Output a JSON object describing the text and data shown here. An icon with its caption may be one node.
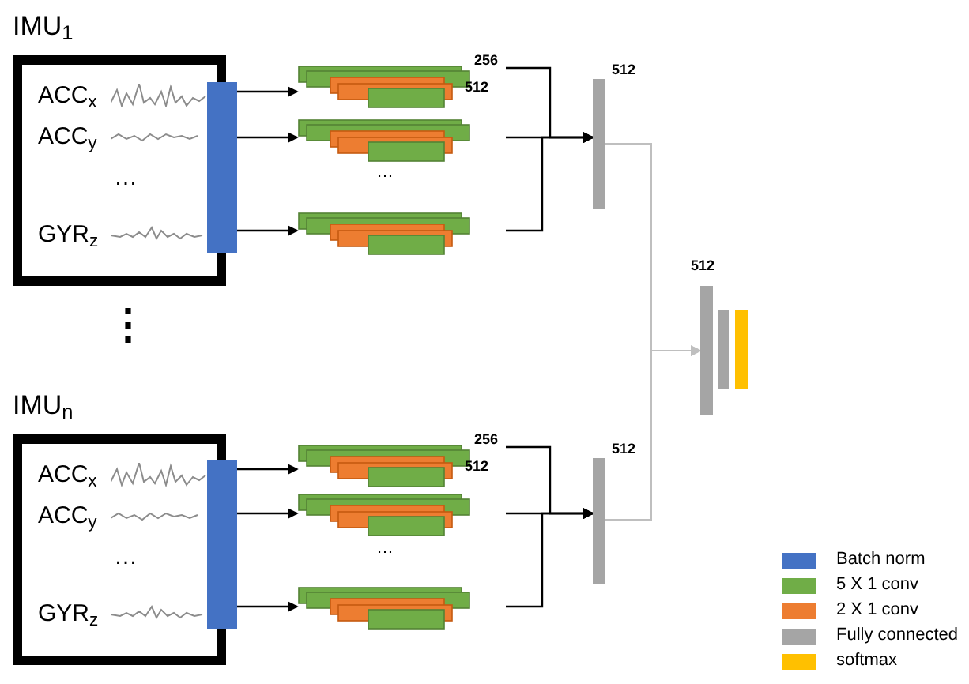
{
  "diagram": {
    "nodes": [
      {
        "text": [
          "IMU$_{1}$",
          "ACC$_{x}$",
          "ACC$_{y}$",
          "…",
          "GYR$_{z}$"
        ]
      },
      {
        "text": [],
        "shape": "bar"
      },
      {
        "text": [],
        "shape": "box",
        "beside": [
          "256",
          "512"
        ]
      },
      {
        "text": [],
        "shape": "box"
      },
      {
        "text": [],
        "shape": "box"
      },
      {
        "text": [],
        "shape": "bar",
        "beside": [
          "512"
        ]
      },
      {
        "text": [
          "IMU$_{n}$",
          "ACC$_{x}$",
          "ACC$_{y}$",
          "…",
          "GYR$_{z}$"
        ]
      },
      {
        "text": [],
        "shape": "bar"
      },
      {
        "text": [],
        "shape": "box",
        "beside": [
          "256",
          "512"
        ]
      },
      {
        "text": [],
        "shape": "box"
      },
      {
        "text": [],
        "shape": "box"
      },
      {
        "text": [],
        "shape": "bar",
        "beside": [
          "512"
        ]
      },
      {
        "text": [],
        "shape": "bar",
        "beside": [
          "512"
        ]
      },
      {
        "text": [],
        "shape": "bar"
      },
      {
        "text": [],
        "shape": "bar"
      }
    ],
    "edges": [
      {
        "from": 1,
        "to": 2,
        "arrow": "to"
      },
      {
        "from": 1,
        "to": 3,
        "arrow": "to"
      },
      {
        "from": 1,
        "to": 4,
        "arrow": "to"
      },
      {
        "from": 2,
        "to": 5,
        "arrow": "to"
      },
      {
        "from": 3,
        "to": 5,
        "arrow": "to"
      },
      {
        "from": 4,
        "to": 5,
        "arrow": "to"
      },
      {
        "from": 7,
        "to": 8,
        "arrow": "to"
      },
      {
        "from": 7,
        "to": 9,
        "arrow": "to"
      },
      {
        "from": 7,
        "to": 10,
        "arrow": "to"
      },
      {
        "from": 8,
        "to": 11,
        "arrow": "to"
      },
      {
        "from": 9,
        "to": 11,
        "arrow": "to"
      },
      {
        "from": 10,
        "to": 11,
        "arrow": "to"
      },
      {
        "from": 5,
        "to": 12,
        "arrow": "to",
        "color": "#bfbfbf"
      },
      {
        "from": 11,
        "to": 12,
        "arrow": "to",
        "color": "#bfbfbf"
      }
    ],
    "labels": [
      "…",
      "⋮",
      "…"
    ],
    "legend": [
      {
        "text": "Batch norm",
        "color": "#4472c4"
      },
      {
        "text": "5 X 1 conv",
        "color": "#70ad47"
      },
      {
        "text": "2 X 1 conv",
        "color": "#ed7d31"
      },
      {
        "text": "Fully connected",
        "color": "#a5a5a5"
      },
      {
        "text": "softmax",
        "color": "#ffc000"
      }
    ]
  }
}
